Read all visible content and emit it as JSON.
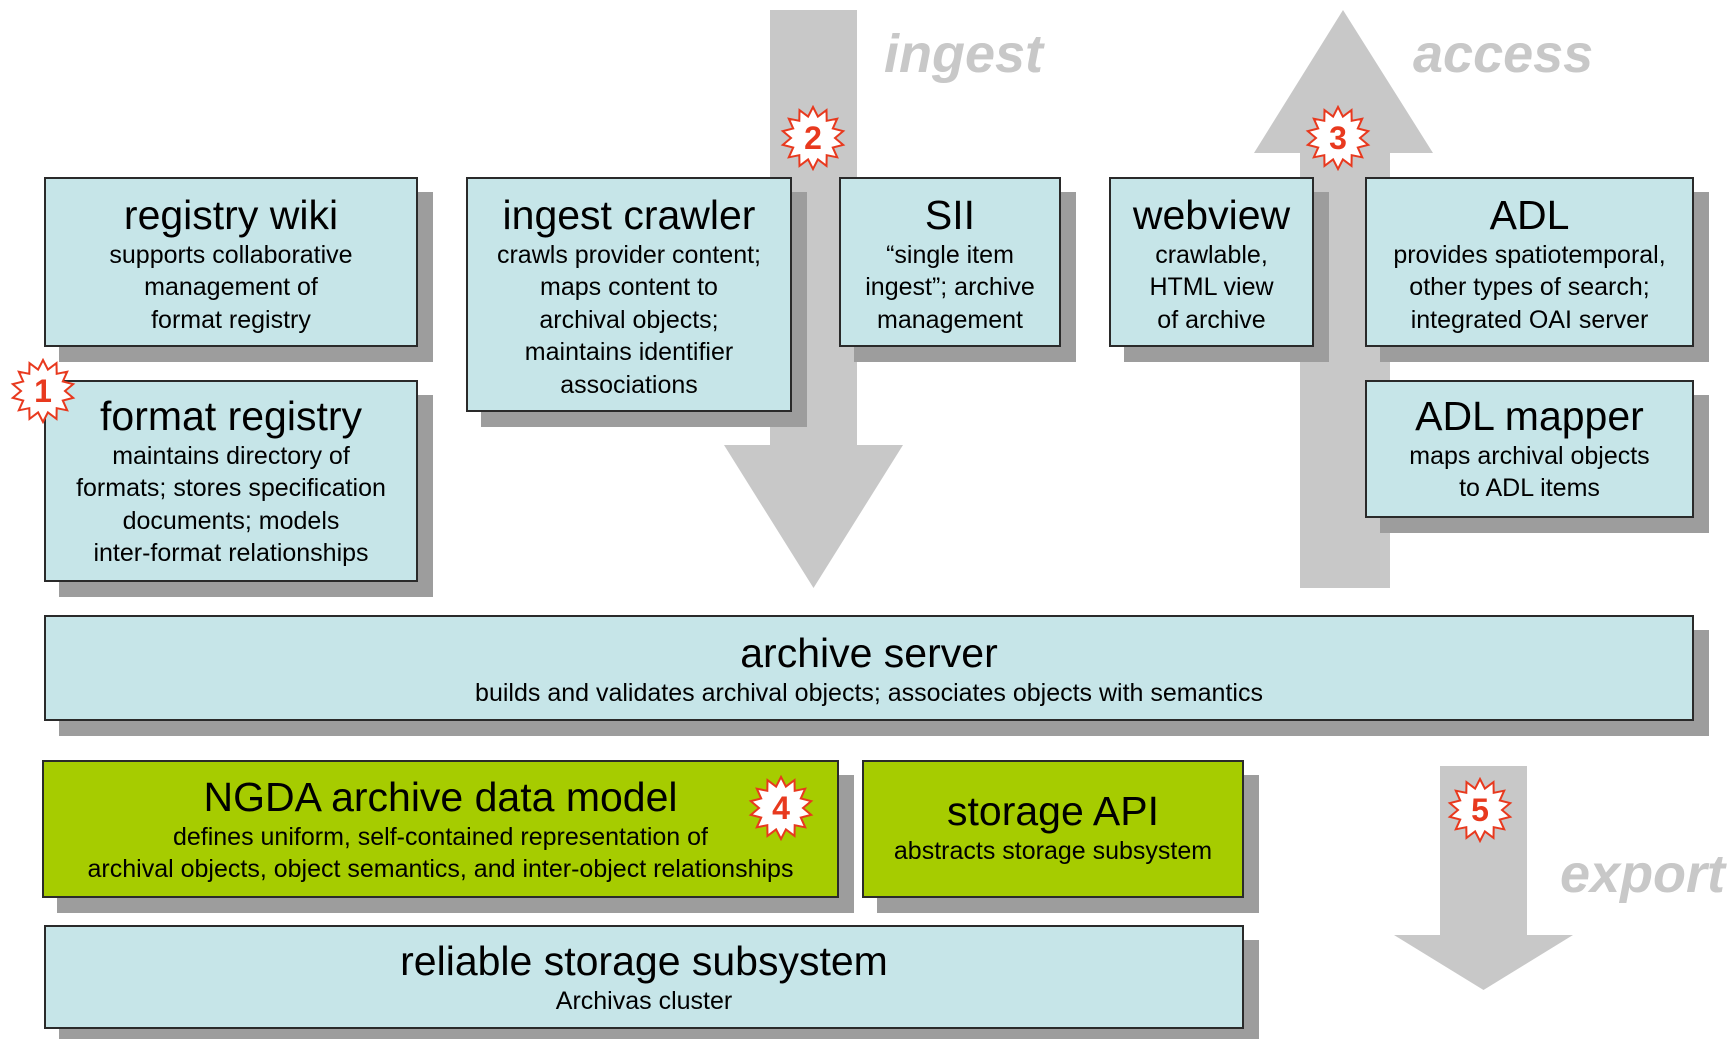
{
  "flows": {
    "ingest": "ingest",
    "access": "access",
    "export": "export"
  },
  "boxes": {
    "registry_wiki": {
      "title": "registry wiki",
      "desc": "supports collaborative\nmanagement of\nformat registry"
    },
    "format_registry": {
      "title": "format registry",
      "desc": "maintains directory of\nformats; stores specification\ndocuments; models\ninter-format relationships"
    },
    "ingest_crawler": {
      "title": "ingest crawler",
      "desc": "crawls provider content;\nmaps content to\narchival objects;\nmaintains identifier\nassociations"
    },
    "sii": {
      "title": "SII",
      "desc": "“single item\ningest”; archive\nmanagement"
    },
    "webview": {
      "title": "webview",
      "desc": "crawlable,\nHTML view\nof archive"
    },
    "adl": {
      "title": "ADL",
      "desc": "provides spatiotemporal,\nother types of search;\nintegrated OAI server"
    },
    "adl_mapper": {
      "title": "ADL mapper",
      "desc": "maps archival objects\nto ADL items"
    },
    "archive_server": {
      "title": "archive server",
      "desc": "builds and validates archival objects; associates objects with semantics"
    },
    "data_model": {
      "title": "NGDA archive data model",
      "desc": "defines uniform, self-contained representation of\narchival objects, object semantics, and inter-object relationships"
    },
    "storage_api": {
      "title": "storage API",
      "desc": "abstracts storage subsystem"
    },
    "storage_subsystem": {
      "title": "reliable storage subsystem",
      "desc": "Archivas cluster"
    }
  },
  "badges": [
    "1",
    "2",
    "3",
    "4",
    "5"
  ],
  "colors": {
    "box_fill": "#c6e5e8",
    "box_green": "#a6cc00",
    "shadow": "#9d9d9d",
    "arrow": "#c8c8c8",
    "badge_text": "#e8391e"
  }
}
